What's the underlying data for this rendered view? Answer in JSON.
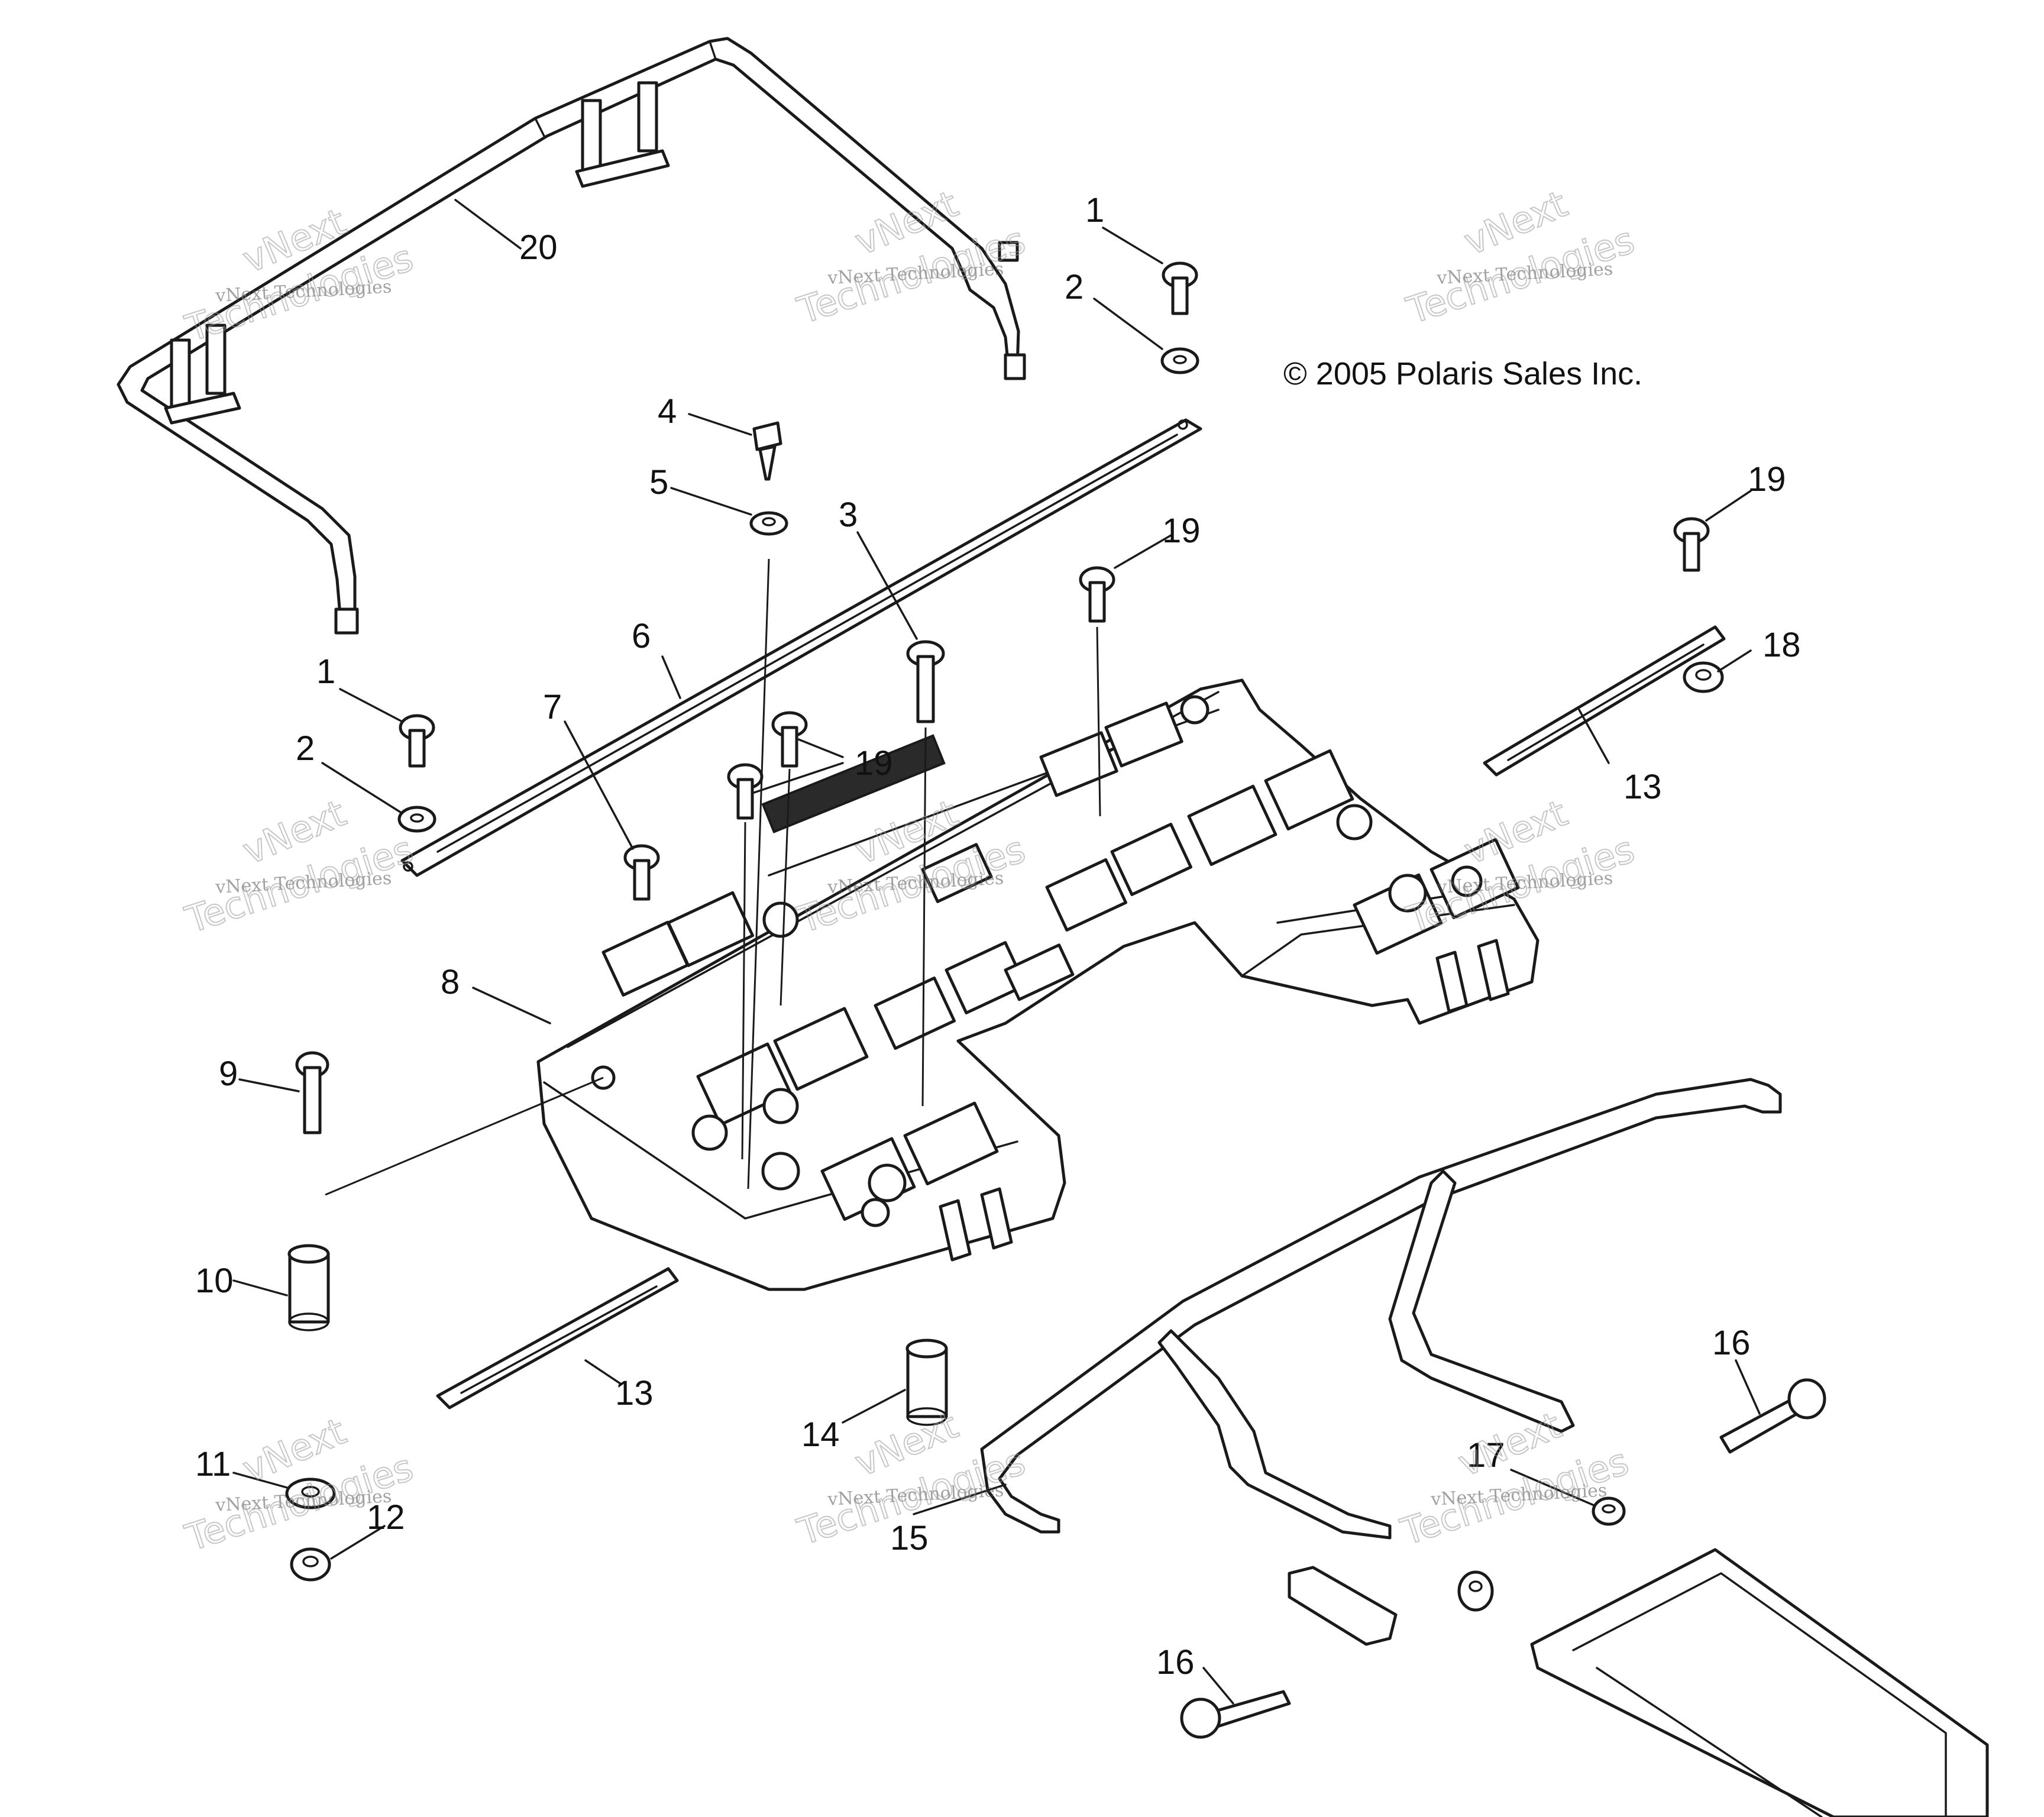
{
  "copyright": "© 2005 Polaris Sales Inc.",
  "watermark": {
    "line1": "vNext Technologies",
    "line2": "vNext",
    "line3": "Technologies"
  },
  "callouts": [
    {
      "id": "c20",
      "text": "20"
    },
    {
      "id": "c1a",
      "text": "1"
    },
    {
      "id": "c2a",
      "text": "2"
    },
    {
      "id": "c4",
      "text": "4"
    },
    {
      "id": "c5",
      "text": "5"
    },
    {
      "id": "c3",
      "text": "3"
    },
    {
      "id": "c19a",
      "text": "19"
    },
    {
      "id": "c19b",
      "text": "19"
    },
    {
      "id": "c18",
      "text": "18"
    },
    {
      "id": "c13a",
      "text": "13"
    },
    {
      "id": "c6",
      "text": "6"
    },
    {
      "id": "c1b",
      "text": "1"
    },
    {
      "id": "c7",
      "text": "7"
    },
    {
      "id": "c19c",
      "text": "19"
    },
    {
      "id": "c2b",
      "text": "2"
    },
    {
      "id": "c8",
      "text": "8"
    },
    {
      "id": "c9",
      "text": "9"
    },
    {
      "id": "c10",
      "text": "10"
    },
    {
      "id": "c13b",
      "text": "13"
    },
    {
      "id": "c16a",
      "text": "16"
    },
    {
      "id": "c14",
      "text": "14"
    },
    {
      "id": "c11",
      "text": "11"
    },
    {
      "id": "c12",
      "text": "12"
    },
    {
      "id": "c17",
      "text": "17"
    },
    {
      "id": "c15",
      "text": "15"
    },
    {
      "id": "c16b",
      "text": "16"
    }
  ]
}
